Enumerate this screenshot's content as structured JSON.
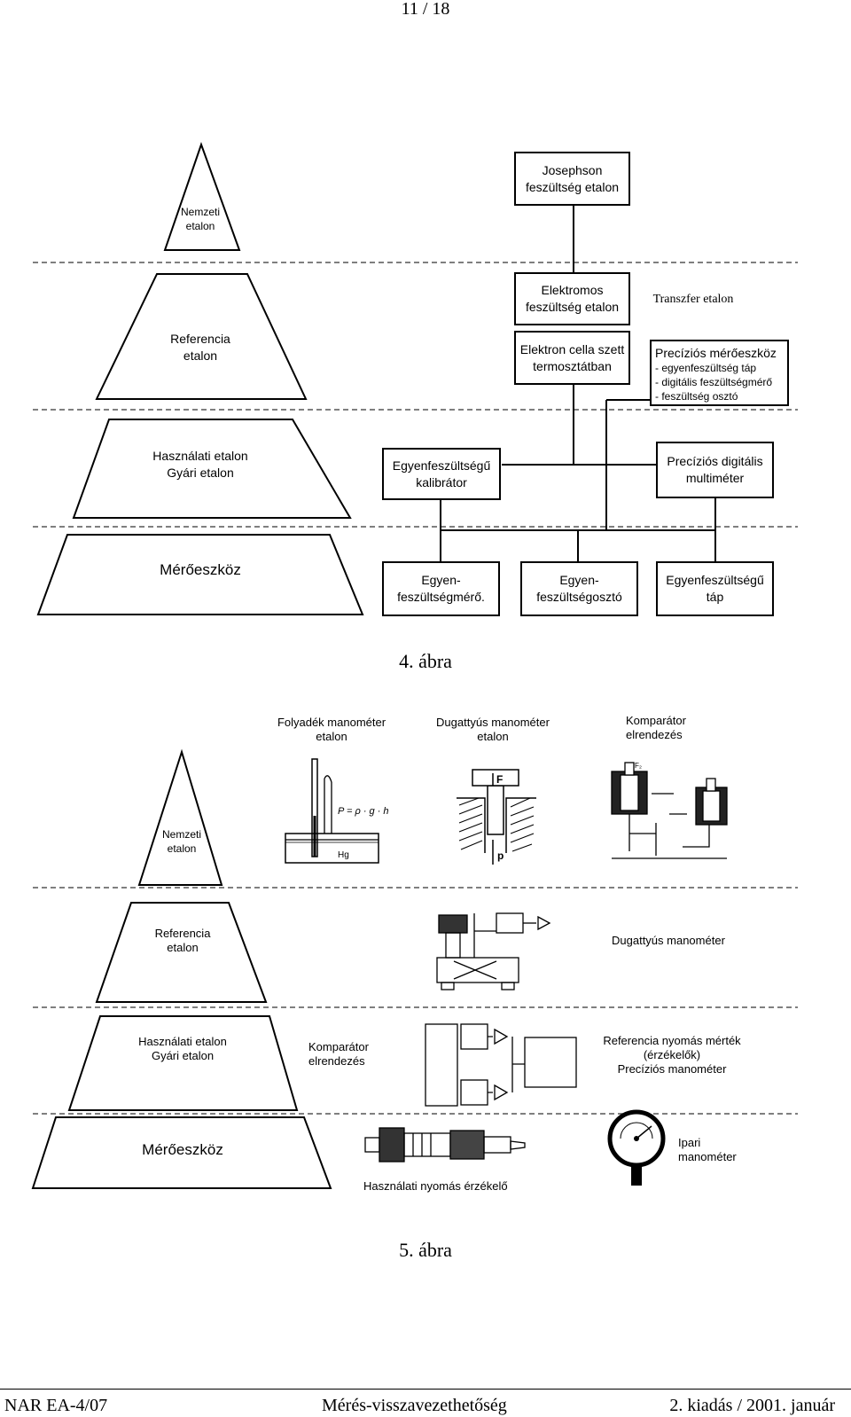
{
  "page": {
    "number": "11 / 18"
  },
  "fig4": {
    "pyramid": {
      "national": [
        "Nemzeti",
        "etalon"
      ],
      "reference": [
        "Referencia",
        "etalon"
      ],
      "working": [
        "Használati etalon",
        "Gyári etalon"
      ],
      "instrument": "Mérőeszköz"
    },
    "josephson": [
      "Josephson",
      "feszültség etalon"
    ],
    "electric": [
      "Elektromos",
      "feszültség etalon"
    ],
    "transfer": "Transzfer etalon",
    "cell": [
      "Elektron cella szett",
      "termosztátban"
    ],
    "precision_title": "Precíziós mérőeszköz",
    "precision_items": [
      "- egyenfeszültség táp",
      "- digitális feszültségmérő",
      "- feszültség osztó"
    ],
    "calibrator": [
      "Egyenfeszültségű",
      "kalibrátor"
    ],
    "multimeter": [
      "Precíziós digitális",
      "multiméter"
    ],
    "voltmeter": [
      "Egyen-",
      "feszültségmérő."
    ],
    "divider": [
      "Egyen-",
      "feszültségosztó"
    ],
    "supply": [
      "Egyenfeszültségű",
      "táp"
    ],
    "caption": "4. ábra"
  },
  "fig5": {
    "pyramid": {
      "national": [
        "Nemzeti",
        "etalon"
      ],
      "reference": [
        "Referencia",
        "etalon"
      ],
      "working": [
        "Használati etalon",
        "Gyári etalon"
      ],
      "instrument": "Mérőeszköz"
    },
    "liquid": [
      "Folyadék manométer",
      "etalon"
    ],
    "piston": [
      "Dugattyús manométer",
      "etalon"
    ],
    "comparator_top": [
      "Komparátor",
      "elrendezés"
    ],
    "formula": "P = ρ · g · h",
    "hg": "Hg",
    "force": "F",
    "pressure": "p",
    "piston_gauge": "Dugattyús manométer",
    "comparator_mid": [
      "Komparátor",
      "elrendezés"
    ],
    "ref_sensor": [
      "Referencia nyomás mérték",
      "(érzékelők)",
      "Precíziós manométer"
    ],
    "industrial": [
      "Ipari",
      "manométer"
    ],
    "sensor": "Használati nyomás érzékelő",
    "caption": "5. ábra"
  },
  "footer": {
    "left": "NAR EA-4/07",
    "center": "Mérés-visszavezethetőség",
    "right": "2. kiadás / 2001. január"
  }
}
